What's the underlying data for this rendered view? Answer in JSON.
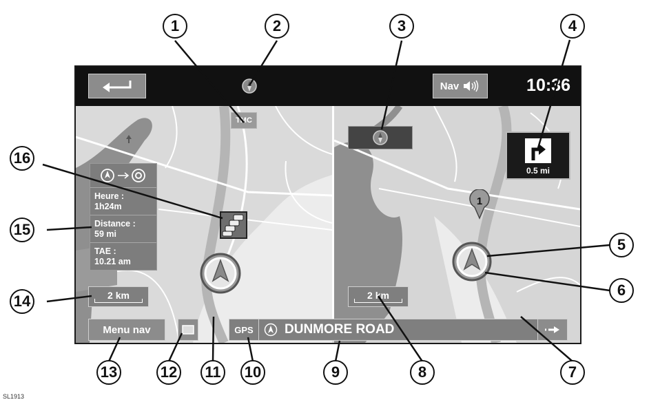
{
  "topbar": {
    "back_icon": "return-arrow-icon",
    "compass_icon": "compass-icon",
    "nav_button_label": "Nav",
    "nav_button_icon": "speaker-icon",
    "clock": "10:36"
  },
  "left_map": {
    "tmc_label": "TMC",
    "info_panel": {
      "route_icon": "route-destination-icon",
      "rows": [
        {
          "label": "Heure :",
          "value": "1h24m"
        },
        {
          "label": "Distance :",
          "value": "59 mi"
        },
        {
          "label": "TAE :",
          "value": "10.21 am"
        }
      ]
    },
    "traffic_icon": "traffic-jam-icon",
    "position_icon": "vehicle-position-icon",
    "scale_label": "2 km",
    "menu_button_label": "Menu nav",
    "split_screen_icon": "split-screen-icon"
  },
  "right_map": {
    "compass_icon": "compass-icon",
    "turn_icon": "turn-right-icon",
    "turn_distance": "0.5 mi",
    "waypoint_label": "1",
    "position_icon": "vehicle-position-icon",
    "scale_label": "2 km"
  },
  "status_bar": {
    "gps_label": "GPS",
    "road_name": "DUNMORE ROAD",
    "next_icon": "arrow-right-icon"
  },
  "callouts": [
    "1",
    "2",
    "3",
    "4",
    "5",
    "6",
    "7",
    "8",
    "9",
    "10",
    "11",
    "12",
    "13",
    "14",
    "15",
    "16"
  ],
  "reference": "SL1913",
  "colors": {
    "bar": "#111111",
    "button": "#8c8c8c",
    "map": "#d9d9d9",
    "water": "#8f8f8f",
    "road": "#b0b0b0"
  }
}
